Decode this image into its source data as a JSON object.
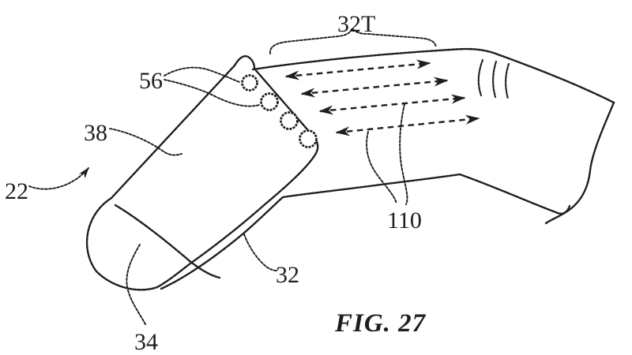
{
  "figure": {
    "caption": "FIG. 27",
    "type_note": "patent line drawing of finger-mounted device on a finger",
    "background_color": "#ffffff",
    "line_color": "#1e1e1e"
  },
  "labels": {
    "system": "22",
    "housing": "38",
    "sensors": "56",
    "finger": "32",
    "finger_top_region": "32T",
    "fingertip": "34",
    "paths": "110"
  }
}
